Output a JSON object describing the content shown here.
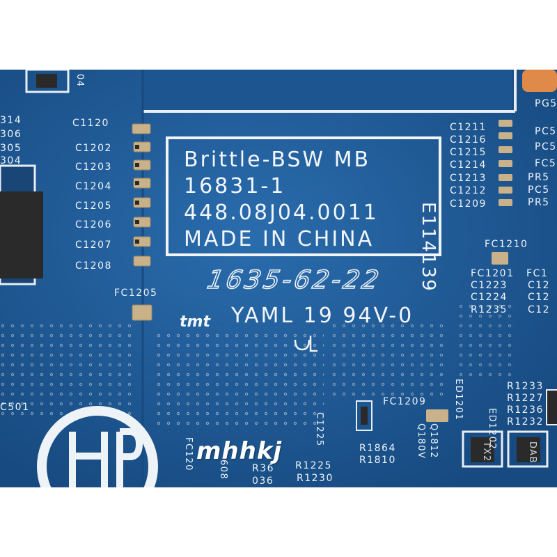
{
  "colors": {
    "board": "#1f5a96",
    "silkscreen": "#eef3f8",
    "chip": "#2a2a2a",
    "capacitor": "#c9b28a",
    "orange_pad": "#e08a4a"
  },
  "label": {
    "line1": "Brittle-BSW MB",
    "line2": "16831-1",
    "line3": "448.08J04.0011",
    "line4": "MADE IN CHINA"
  },
  "datecode": "1635-62-22",
  "tmt": "tmt",
  "rating": "YAML 19 94V-0",
  "serial": "E114139",
  "watermark": "mhhkj",
  "left_caps": [
    "C1120",
    "C1202",
    "C1203",
    "C1204",
    "C1205",
    "C1206",
    "C1207",
    "C1208"
  ],
  "fc1205": "FC1205",
  "right_caps": [
    "C1211",
    "C1216",
    "C1215",
    "C1214",
    "C1213",
    "C1212",
    "C1209"
  ],
  "fc1210": "FC1210",
  "right_group": [
    "FC1201",
    "C1223",
    "C1224",
    "R1235"
  ],
  "right_group_cut": [
    "FC1",
    "C12",
    "C12",
    "C12"
  ],
  "far_right": [
    "PG5",
    "PC5",
    "PC5",
    "FC5",
    "PR5",
    "PC5",
    "PR5"
  ],
  "left_edge": [
    "314",
    "306",
    "305",
    "304"
  ],
  "left_edge_04": "04",
  "c501": "C501",
  "fc1209": "FC1209",
  "ed1201": "ED1201",
  "ed1202": "ED1202",
  "r_right": [
    "R1233",
    "R1227",
    "R1236",
    "R1232"
  ],
  "bottom_mid": [
    "R1864",
    "R1810"
  ],
  "bottom_left": [
    "R1225",
    "R1230"
  ],
  "q1812": "Q1812",
  "q180v": "Q180V",
  "c1225": "C1225",
  "fc120": "FC120",
  "c608": "608",
  "c36a": "R36",
  "c36b": "036",
  "chip_a": "TX2",
  "chip_b": "DAB"
}
